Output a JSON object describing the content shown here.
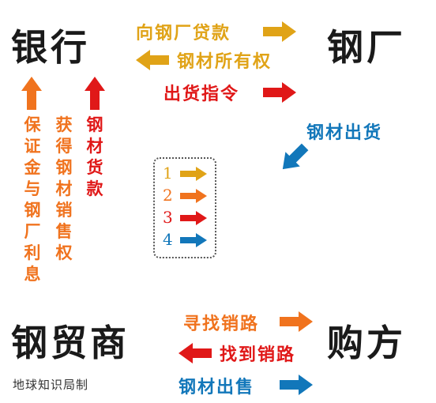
{
  "nodes": {
    "bank": "银行",
    "steel_mill": "钢厂",
    "steel_trader": "钢贸商",
    "buyer": "购方"
  },
  "flows": {
    "loan_to_mill": "向钢厂贷款",
    "ownership": "钢材所有权",
    "delivery_order": "出货指令",
    "steel_shipment": "钢材出货",
    "interest": "保证金与钢厂利息",
    "sales_right": "获得钢材销售权",
    "steel_loan": "钢材货款",
    "seek_sales": "寻找销路",
    "found_sales": "找到销路",
    "steel_sale": "钢材出售"
  },
  "legend": [
    {
      "num": "1",
      "color": "#e0a317"
    },
    {
      "num": "2",
      "color": "#f0731e"
    },
    {
      "num": "3",
      "color": "#e01818"
    },
    {
      "num": "4",
      "color": "#1277ba"
    }
  ],
  "credit": "地球知识局制",
  "colors": {
    "gold": "#e0a317",
    "orange": "#f0731e",
    "red": "#e01818",
    "blue": "#1277ba"
  }
}
